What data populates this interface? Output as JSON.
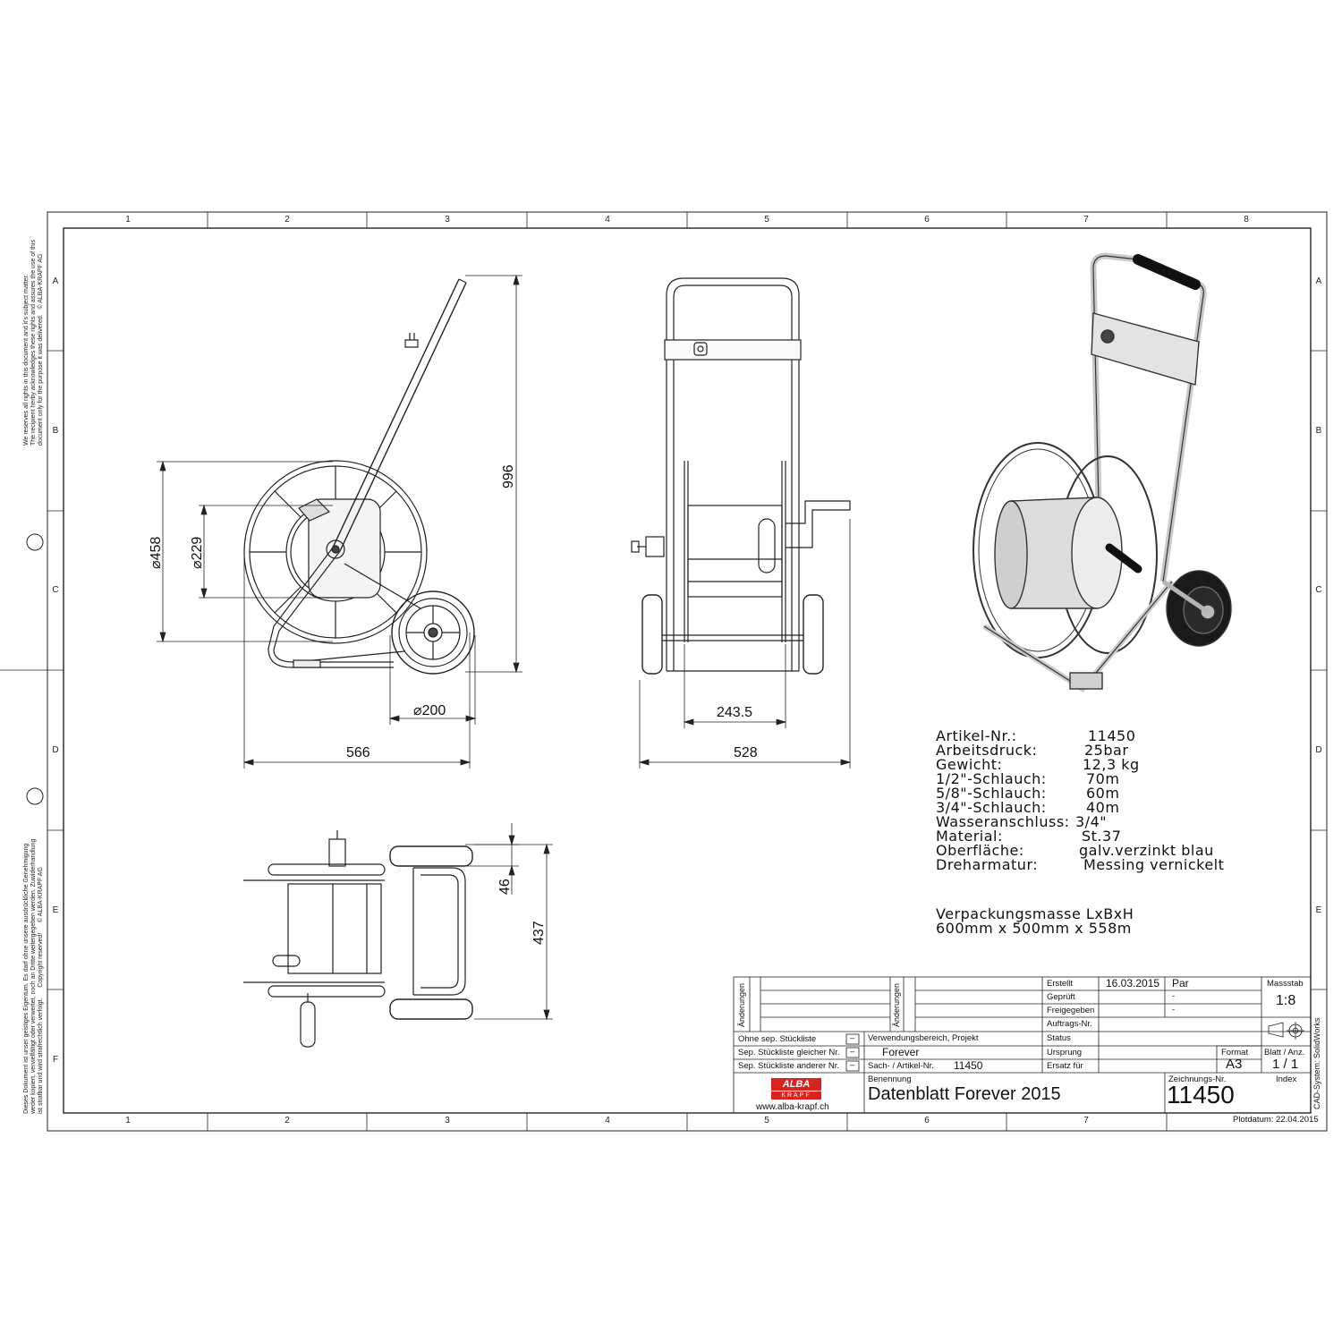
{
  "zones": {
    "cols": [
      "1",
      "2",
      "3",
      "4",
      "5",
      "6",
      "7",
      "8"
    ],
    "rows": [
      "A",
      "B",
      "C",
      "D",
      "E",
      "F"
    ]
  },
  "dimensions": {
    "height": "996",
    "outer_diameter": "⌀458",
    "inner_diameter": "⌀229",
    "wheel_diameter": "⌀200",
    "length": "566",
    "width": "528",
    "track": "243.5",
    "plan_small": "46",
    "plan_depth": "437"
  },
  "specs": [
    {
      "label": "Artikel-Nr.:",
      "value": "11450"
    },
    {
      "label": "Arbeitsdruck:",
      "value": "25bar"
    },
    {
      "label": "Gewicht:",
      "value": "12,3 kg"
    },
    {
      "label": "1/2\"-Schlauch:",
      "value": "70m"
    },
    {
      "label": "5/8\"-Schlauch:",
      "value": "60m"
    },
    {
      "label": "3/4\"-Schlauch:",
      "value": "40m"
    },
    {
      "label": "Wasseranschluss:",
      "value": "3/4\""
    },
    {
      "label": "Material:",
      "value": "St.37"
    },
    {
      "label": "Oberfläche:",
      "value": "galv.verzinkt blau"
    },
    {
      "label": "Dreharmatur:",
      "value": "Messing vernickelt"
    }
  ],
  "packaging": {
    "title": "Verpackungsmasse LxBxH",
    "value": "600mm x 500mm x 558m"
  },
  "side_notes": {
    "top": "We reserves all rights in this document and it's subject matter.\nThe recipient herby acknowledges these rights and assures the use of this\ndocument only for the purpose it was delivered.   © ALBA-KRAPF AG",
    "bottom": "Dieses Dokument ist unser geistiges Eigentum. Es darf ohne unsere ausdrückliche Genehmigung\nweder kopiert, vervielfältigt oder verwertet, noch an Dritte weitergegeben werden. Zuwiderhandlung\nist strafbar und wird strafrechtlich verfolgt.      Copyright reserved!      © ALBA-KRAPF AG",
    "cad": "CAD-System: SolidWorks"
  },
  "title_block": {
    "aenderungen": "Änderungen",
    "erstellt_label": "Erstellt",
    "erstellt_date": "16.03.2015",
    "erstellt_par": "Par",
    "geprueft_label": "Geprüft",
    "geprueft_val": "-",
    "freigegeben_label": "Freigegeben",
    "freigegeben_val": "-",
    "auftrags_label": "Auftrags-Nr.",
    "status_label": "Status",
    "ursprung_label": "Ursprung",
    "ersatz_label": "Ersatz für",
    "ohne_sep": "Ohne sep. Stückliste",
    "sep_gleich": "Sep. Stückliste gleicher Nr.",
    "sep_ander": "Sep. Stückliste anderer Nr.",
    "dash": "–",
    "verwendung_label": "Verwendungsbereich, Projekt",
    "verwendung_value": "Forever",
    "sach_label": "Sach- / Artikel-Nr.",
    "sach_value": "11450",
    "benennung_label": "Benennung",
    "benennung_value": "Datenblatt Forever 2015",
    "massstab_label": "Massstab",
    "massstab_value": "1:8",
    "format_label": "Format",
    "format_value": "A3",
    "blatt_label": "Blatt / Anz.",
    "blatt_value": "1 / 1",
    "index_label": "Index",
    "zeichnungs_label": "Zeichnungs-Nr.",
    "zeichnungs_value": "11450",
    "plotdatum": "Plotdatum: 22.04.2015",
    "website": "www.alba-krapf.ch",
    "logo_top": "ALBA",
    "logo_bottom": "KRAPF"
  }
}
